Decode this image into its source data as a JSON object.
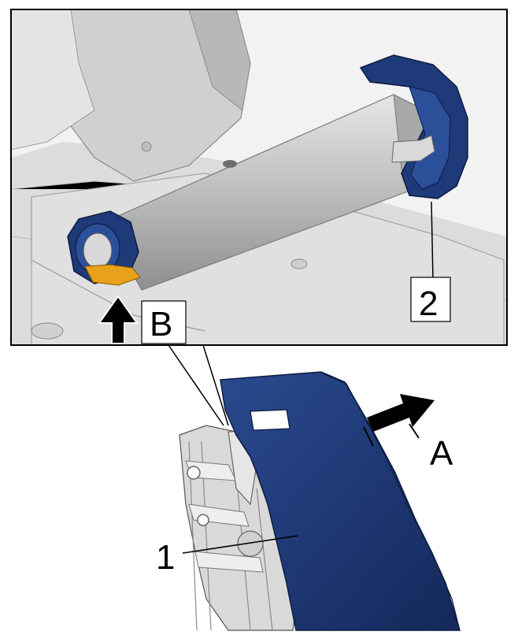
{
  "callouts": {
    "part_1": "1",
    "part_2": "2",
    "direction_a": "A",
    "direction_b": "B"
  },
  "colors": {
    "cover_blue": "#1f3a78",
    "cover_blue_dark": "#14285a",
    "latch_orange": "#e8a21a",
    "metal_grey": "#c9c9c9",
    "frame_outline": "#000000"
  }
}
